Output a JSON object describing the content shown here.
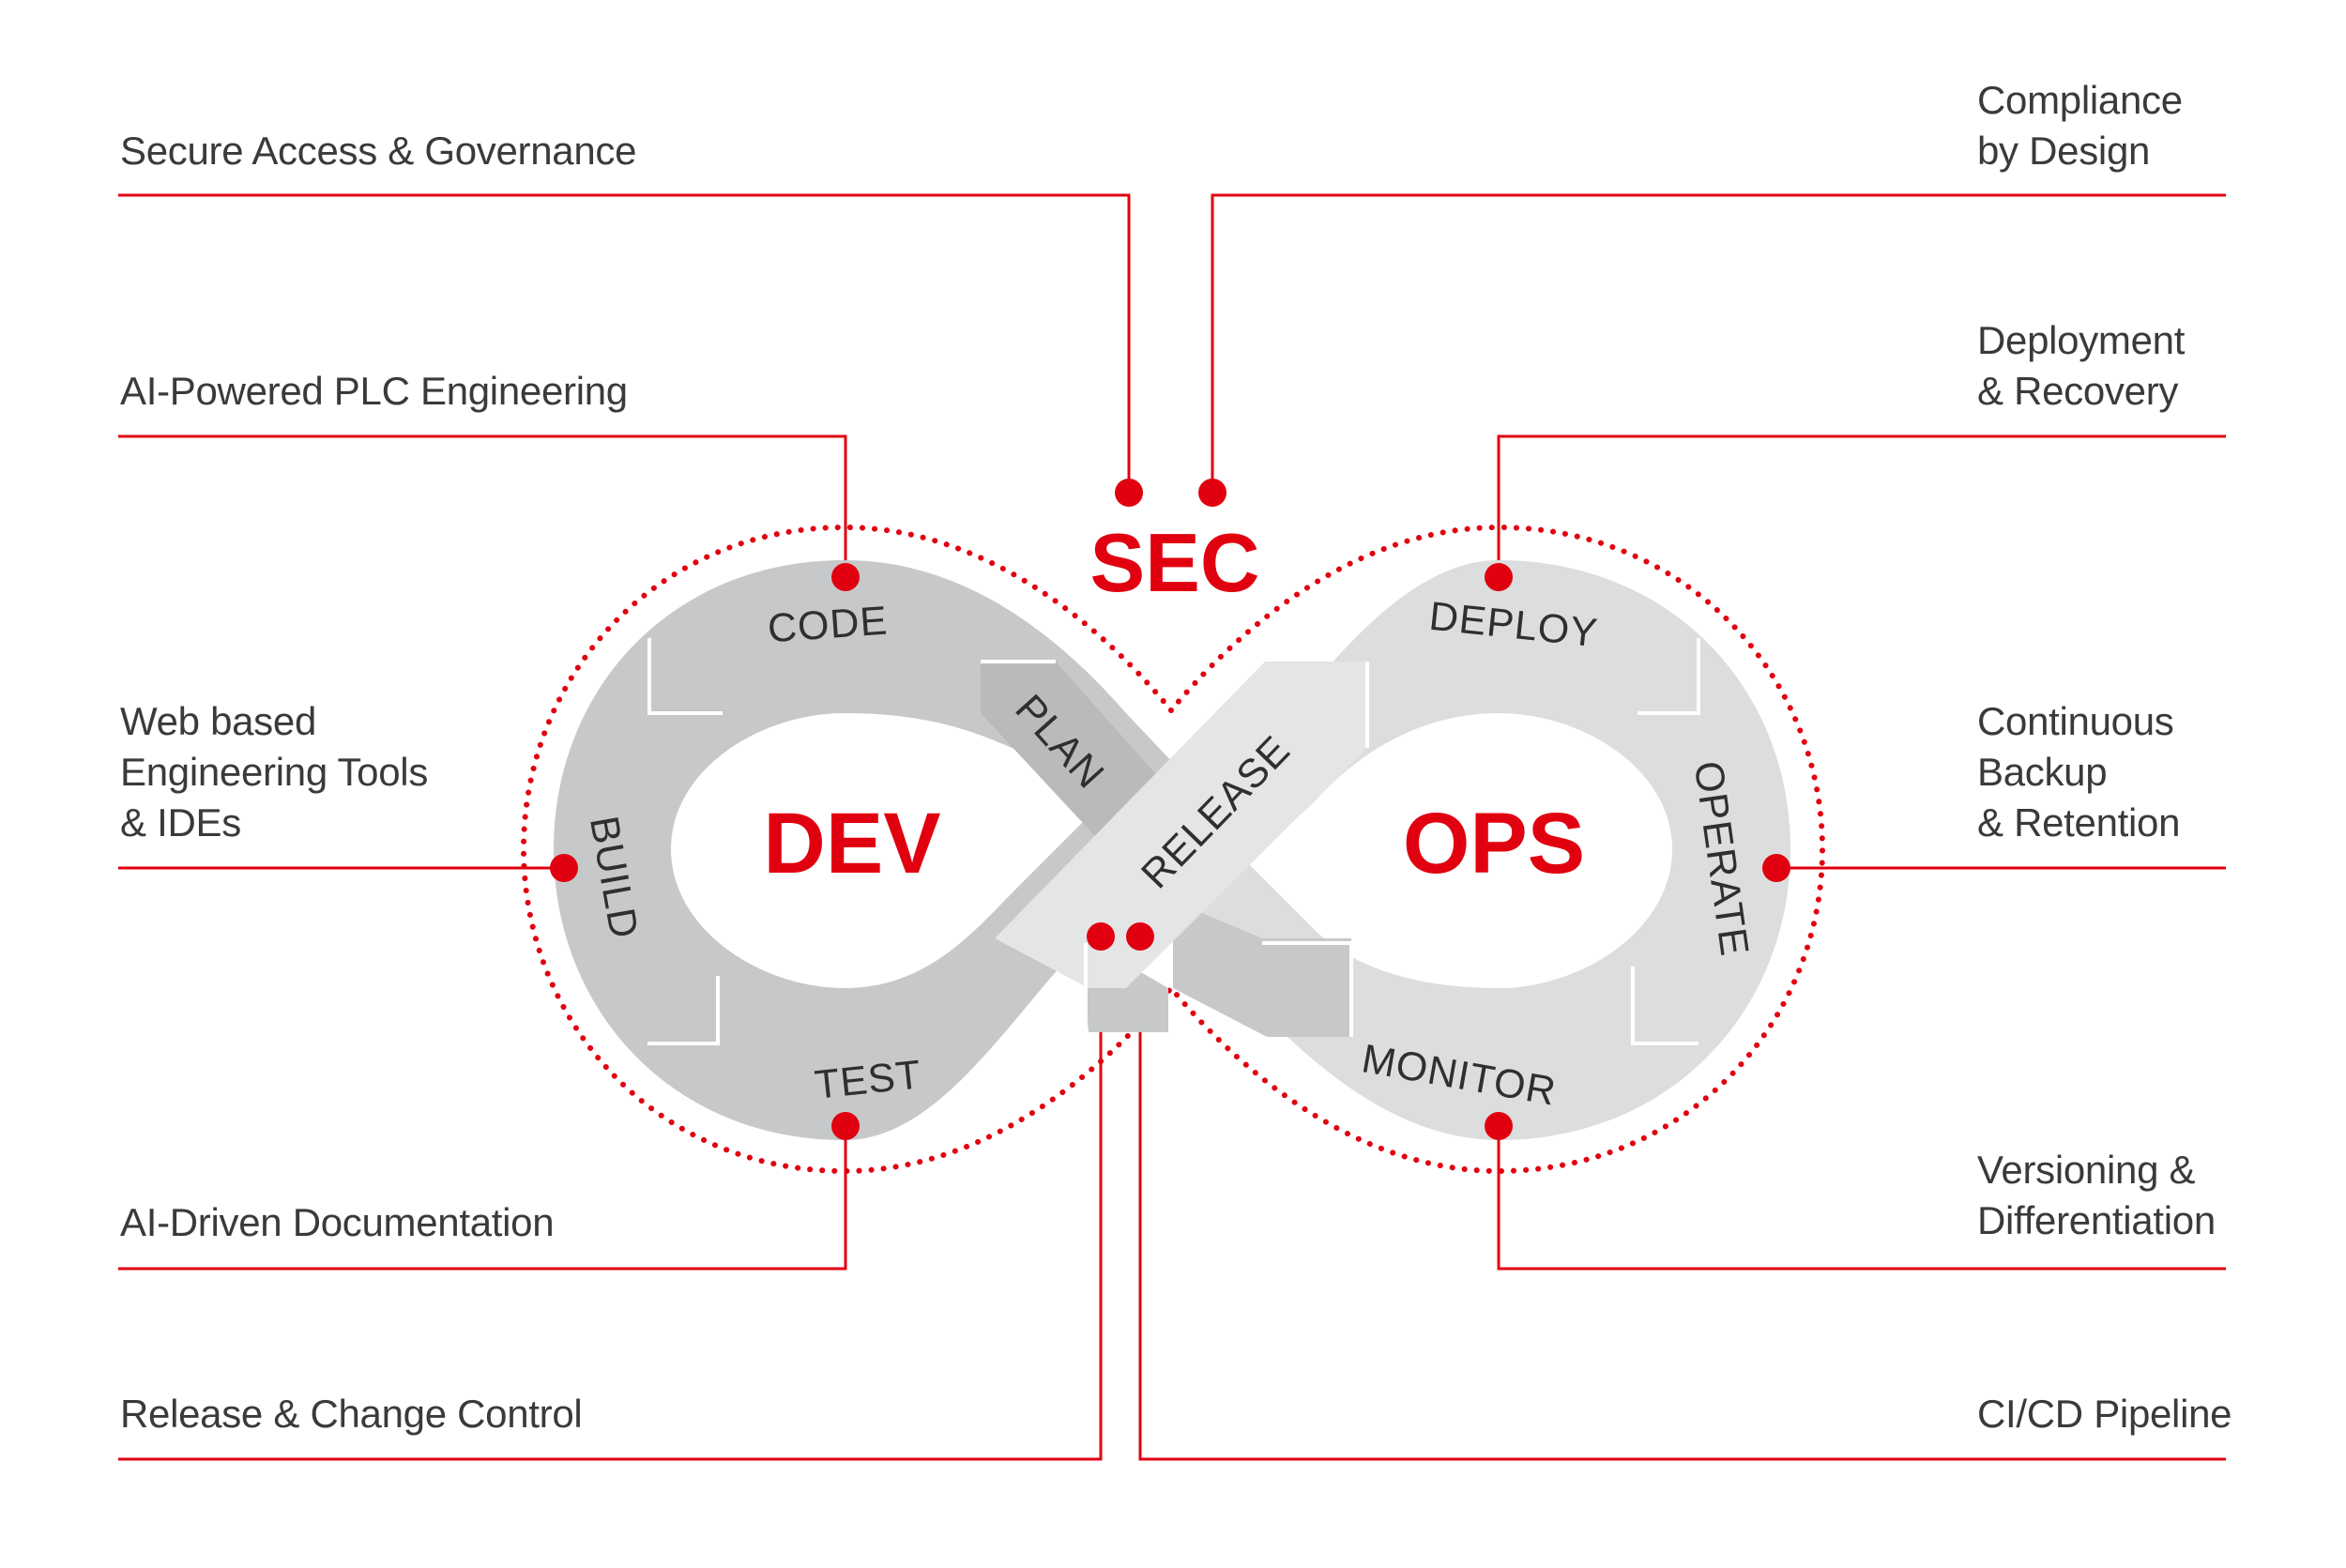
{
  "diagram": {
    "center_labels": {
      "sec": "SEC",
      "dev": "DEV",
      "ops": "OPS"
    },
    "stages": {
      "code": "CODE",
      "plan": "PLAN",
      "build": "BUILD",
      "test": "TEST",
      "release": "RELEASE",
      "deploy": "DEPLOY",
      "operate": "OPERATE",
      "monitor": "MONITOR"
    },
    "left_callouts": [
      {
        "lines": [
          "Secure Access & Governance"
        ]
      },
      {
        "lines": [
          "AI-Powered PLC Engineering"
        ]
      },
      {
        "lines": [
          "Web based",
          "Engineering Tools",
          "& IDEs"
        ]
      },
      {
        "lines": [
          "AI-Driven Documentation"
        ]
      },
      {
        "lines": [
          "Release & Change Control"
        ]
      }
    ],
    "right_callouts": [
      {
        "lines": [
          "Compliance",
          "by Design"
        ]
      },
      {
        "lines": [
          "Deployment",
          "& Recovery"
        ]
      },
      {
        "lines": [
          "Continuous",
          "Backup",
          "& Retention"
        ]
      },
      {
        "lines": [
          "Versioning &",
          "Differentiation"
        ]
      },
      {
        "lines": [
          "CI/CD Pipeline"
        ]
      }
    ],
    "colors": {
      "accent": "#e1000f",
      "band_dark": "#c6c7c8",
      "band_light": "#dddedf",
      "text": "#3a3a3a"
    }
  }
}
